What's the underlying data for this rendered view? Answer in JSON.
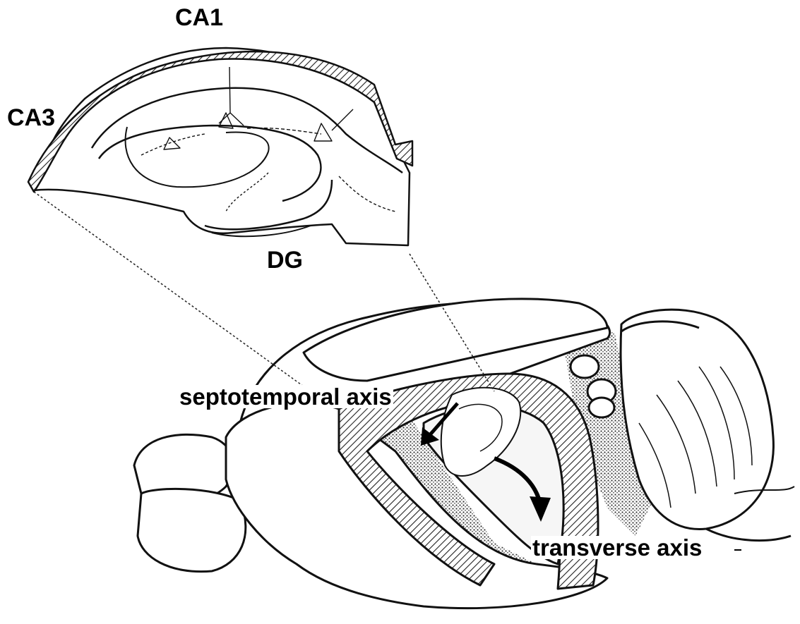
{
  "labels": {
    "ca1": "CA1",
    "ca3": "CA3",
    "dg": "DG",
    "septotemporal": "septotemporal axis",
    "transverse": "transverse axis"
  }
}
